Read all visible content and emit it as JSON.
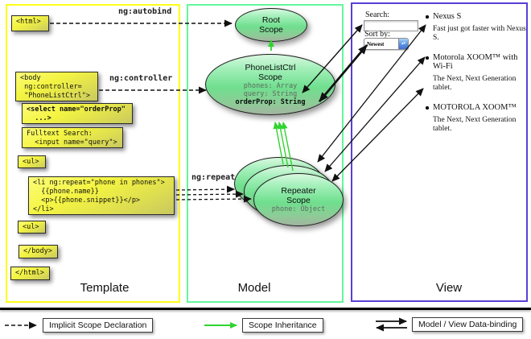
{
  "columns": {
    "template": {
      "title": "Template"
    },
    "model": {
      "title": "Model"
    },
    "view": {
      "title": "View"
    }
  },
  "labels": {
    "autobind": "ng:autobind",
    "controller": "ng:controller",
    "repeat": "ng:repeat"
  },
  "template_boxes": {
    "html_open": "<html>",
    "body_open": "<body\n ng:controller=\n \"PhoneListCtrl\">",
    "select": "<select name=\"orderProp\"\n  ...>",
    "fulltext": "Fulltext Search:\n  <input name=\"query\">",
    "ul_open": "<ul>",
    "li_repeat": "<li ng:repeat=\"phone in phones\">\n  {{phone.name}}\n  <p>{{phone.snippet}}</p>\n</li>",
    "ul_close": "<ul>",
    "body_close": "</body>",
    "html_close": "</html>"
  },
  "model": {
    "root_scope": {
      "title": "Root\nScope"
    },
    "phonelist_scope": {
      "title": "PhoneListCtrl\nScope",
      "prop_phones": "phones: Array",
      "prop_query": "query: String",
      "prop_orderprop": "orderProp: String"
    },
    "repeater_scope": {
      "title": "Repeater\nScope",
      "prop_phone": "phone: Object"
    }
  },
  "view": {
    "search_label": "Search:",
    "search_value": "",
    "sort_label": "Sort by:",
    "sort_value": "Newest",
    "stepper_icon": "▴▾",
    "items": [
      {
        "title": "Nexus S",
        "desc": "Fast just got faster with Nexus S."
      },
      {
        "title": "Motorola XOOM™ with Wi-Fi",
        "desc": "The Next, Next Generation tablet."
      },
      {
        "title": "MOTOROLA XOOM™",
        "desc": "The Next, Next Generation tablet."
      }
    ]
  },
  "legend": {
    "implicit": "Implicit Scope Declaration",
    "inheritance": "Scope Inheritance",
    "binding": "Model / View Data-binding"
  },
  "colors": {
    "template_border": "#ffff18",
    "model_border": "#63f79c",
    "view_border": "#5a3fd6",
    "code_box_yellow": "#f4f442",
    "scope_green": "#6fdf8e",
    "inheritance_arrow_green": "#2fd42f",
    "arrow_black": "#111111"
  }
}
